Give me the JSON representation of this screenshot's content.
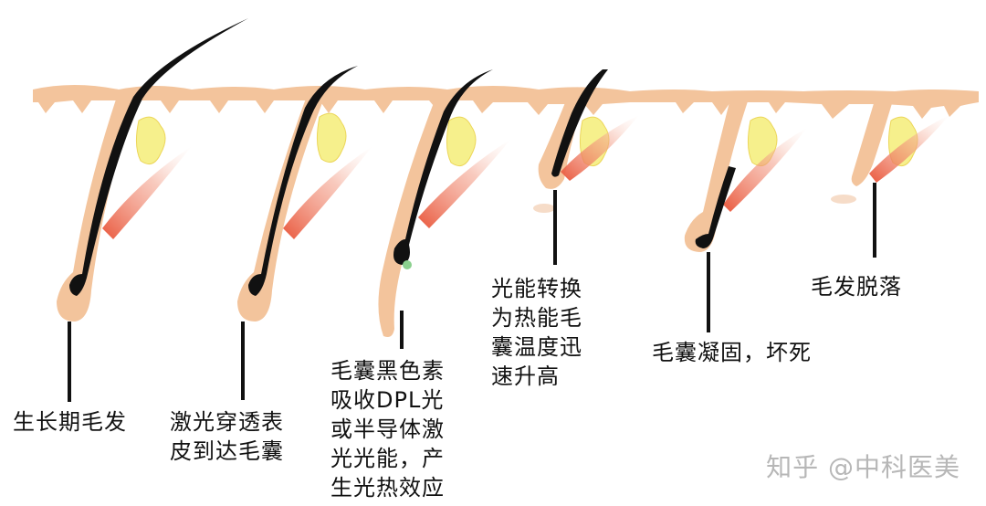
{
  "stages": [
    {
      "id": "growth",
      "lines": [
        "生长期毛发"
      ]
    },
    {
      "id": "laser-penetrates",
      "lines": [
        "激光穿透表",
        "皮到达毛囊"
      ]
    },
    {
      "id": "melanin-absorbs",
      "lines": [
        "毛囊黑色素",
        "吸收DPL光",
        "或半导体激",
        "光光能，产",
        "生光热效应"
      ]
    },
    {
      "id": "heat-conversion",
      "lines": [
        "光能转换",
        "为热能毛",
        "囊温度迅",
        "速升高"
      ]
    },
    {
      "id": "follicle-coagulates",
      "lines": [
        "毛囊凝固，坏死"
      ]
    },
    {
      "id": "hair-falls",
      "lines": [
        "毛发脱落"
      ]
    }
  ],
  "watermark": "知乎 @中科医美",
  "colors": {
    "skin": "#f3c49c",
    "skin_edge": "#e9a878",
    "hair": "#111111",
    "gland": "#f6f08c",
    "gland_edge": "#ecd65a",
    "vessel": "#e9573c",
    "pointer": "#111111"
  }
}
